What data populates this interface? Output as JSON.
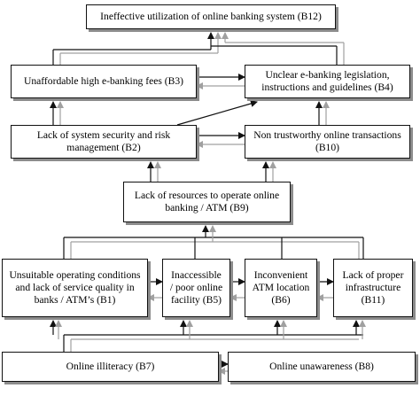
{
  "diagram": {
    "boxes": {
      "b12": "Ineffective utilization of online banking system (B12)",
      "b3": "Unaffordable high e-banking fees (B3)",
      "b4": "Unclear e-banking legislation,\ninstructions and guidelines (B4)",
      "b2": "Lack of system security and risk\nmanagement (B2)",
      "b10": "Non trustworthy online transactions\n(B10)",
      "b9": "Lack of resources to operate online\nbanking / ATM (B9)",
      "b1": "Unsuitable operating conditions\nand lack of service quality in\nbanks / ATM’s (B1)",
      "b5": "Inaccessible\n/ poor online\nfacility (B5)",
      "b6": "Inconvenient\nATM location\n(B6)",
      "b11": "Lack of proper\ninfrastructure\n(B11)",
      "b7": "Online illiteracy (B7)",
      "b8": "Online unawareness (B8)"
    },
    "colors": {
      "primary_arrow": "#111111",
      "secondary_arrow": "#a0a0a0",
      "border": "#111111",
      "shadow": "#8c8c8c"
    }
  }
}
